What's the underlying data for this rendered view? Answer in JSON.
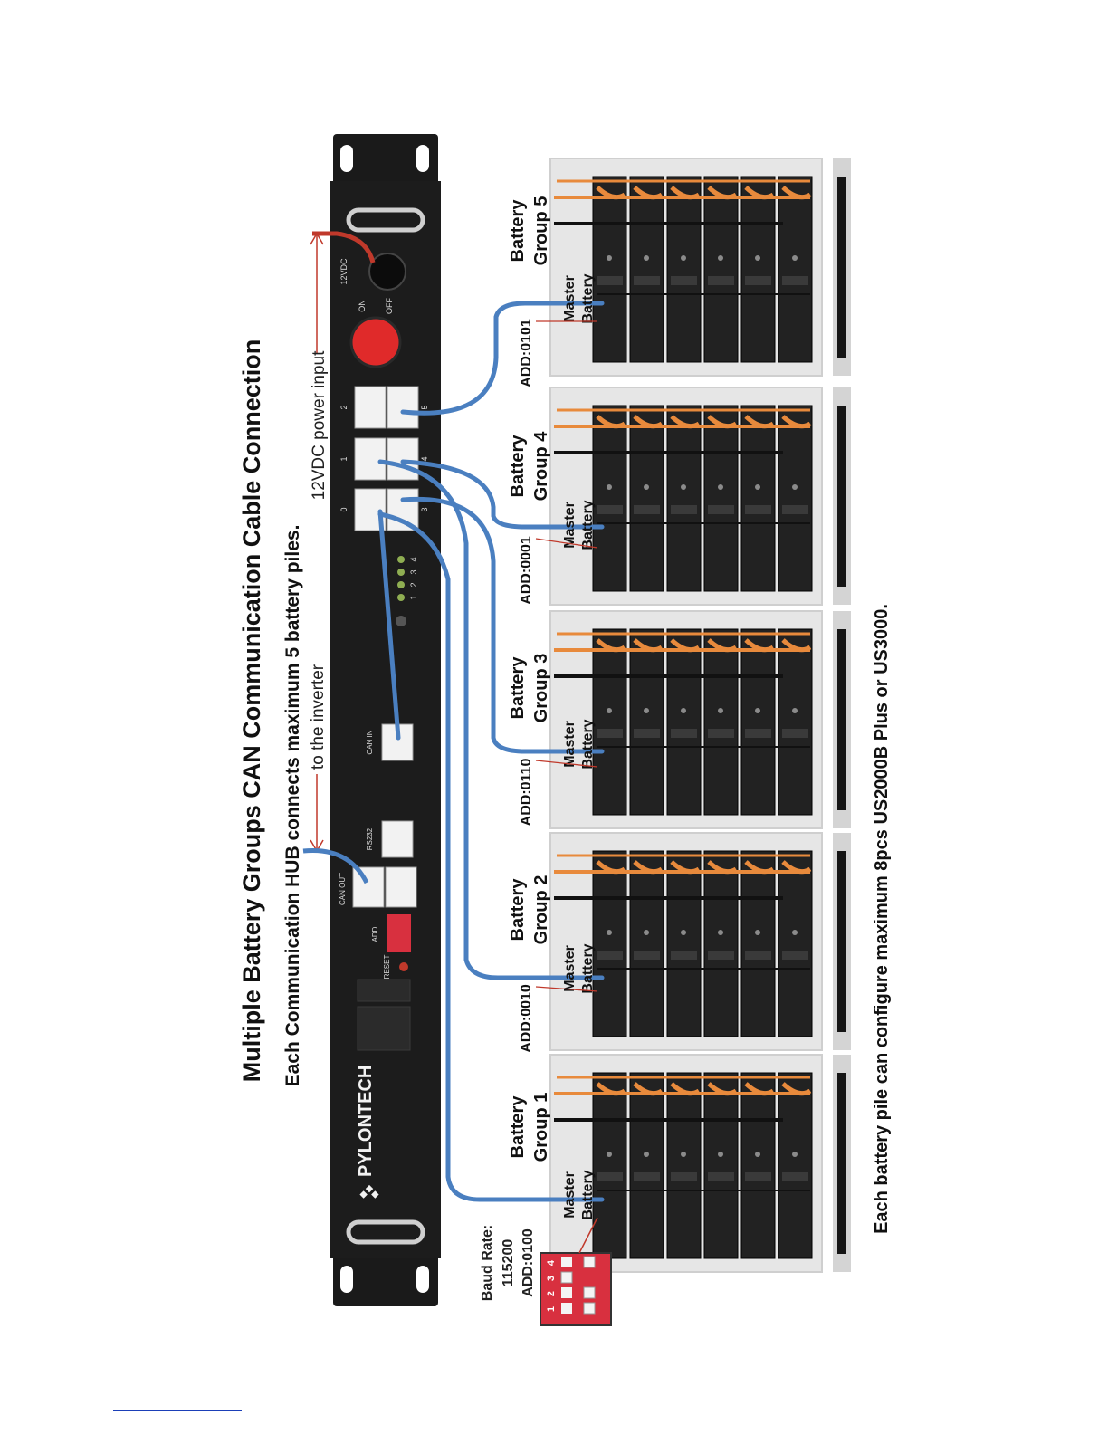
{
  "title": "Multiple Battery Groups CAN Communication Cable Connection",
  "subtitle": "Each Communication HUB connects maximum 5 battery piles.",
  "footer_note": "Each battery pile can configure maximum 8pcs US2000B Plus or US3000.",
  "hub": {
    "brand": "PYLONTECH",
    "power_label": "12VDC power input",
    "inverter_label": "to the inverter",
    "dc_label": "12VDC",
    "on_label": "ON",
    "off_label": "OFF",
    "can_out_label": "CAN OUT",
    "can_in_label": "CAN IN",
    "rs232_label": "RS232",
    "add_label": "ADD",
    "reset_label": "RESET",
    "ports_top": [
      "0",
      "1",
      "2"
    ],
    "ports_bottom": [
      "3",
      "4",
      "5"
    ],
    "status_labels": [
      "1",
      "2",
      "3",
      "4"
    ]
  },
  "dip_switch": {
    "baud_label": "Baud Rate:",
    "baud_value": "115200",
    "add_value": "ADD:0100",
    "switch_numbers": [
      "1",
      "2",
      "3",
      "4"
    ]
  },
  "groups": [
    {
      "name_line1": "Battery",
      "name_line2": "Group 1",
      "master_line1": "Master",
      "master_line2": "Battery",
      "address": ""
    },
    {
      "name_line1": "Battery",
      "name_line2": "Group 2",
      "master_line1": "Master",
      "master_line2": "Battery",
      "address": "ADD:0010"
    },
    {
      "name_line1": "Battery",
      "name_line2": "Group 3",
      "master_line1": "Master",
      "master_line2": "Battery",
      "address": "ADD:0110"
    },
    {
      "name_line1": "Battery",
      "name_line2": "Group 4",
      "master_line1": "Master",
      "master_line2": "Battery",
      "address": "ADD:0001"
    },
    {
      "name_line1": "Battery",
      "name_line2": "Group 5",
      "master_line1": "Master",
      "master_line2": "Battery",
      "address": "ADD:0101"
    }
  ],
  "colors": {
    "cable": "#4a7fc0",
    "power_cable": "#c0392b",
    "power_line": "#c0392b",
    "hub_body": "#1c1c1c",
    "battery_body": "#222222",
    "battery_rack": "#e6e6e6",
    "orange_cable": "#e88a3c",
    "dip_red": "#d8303f"
  }
}
